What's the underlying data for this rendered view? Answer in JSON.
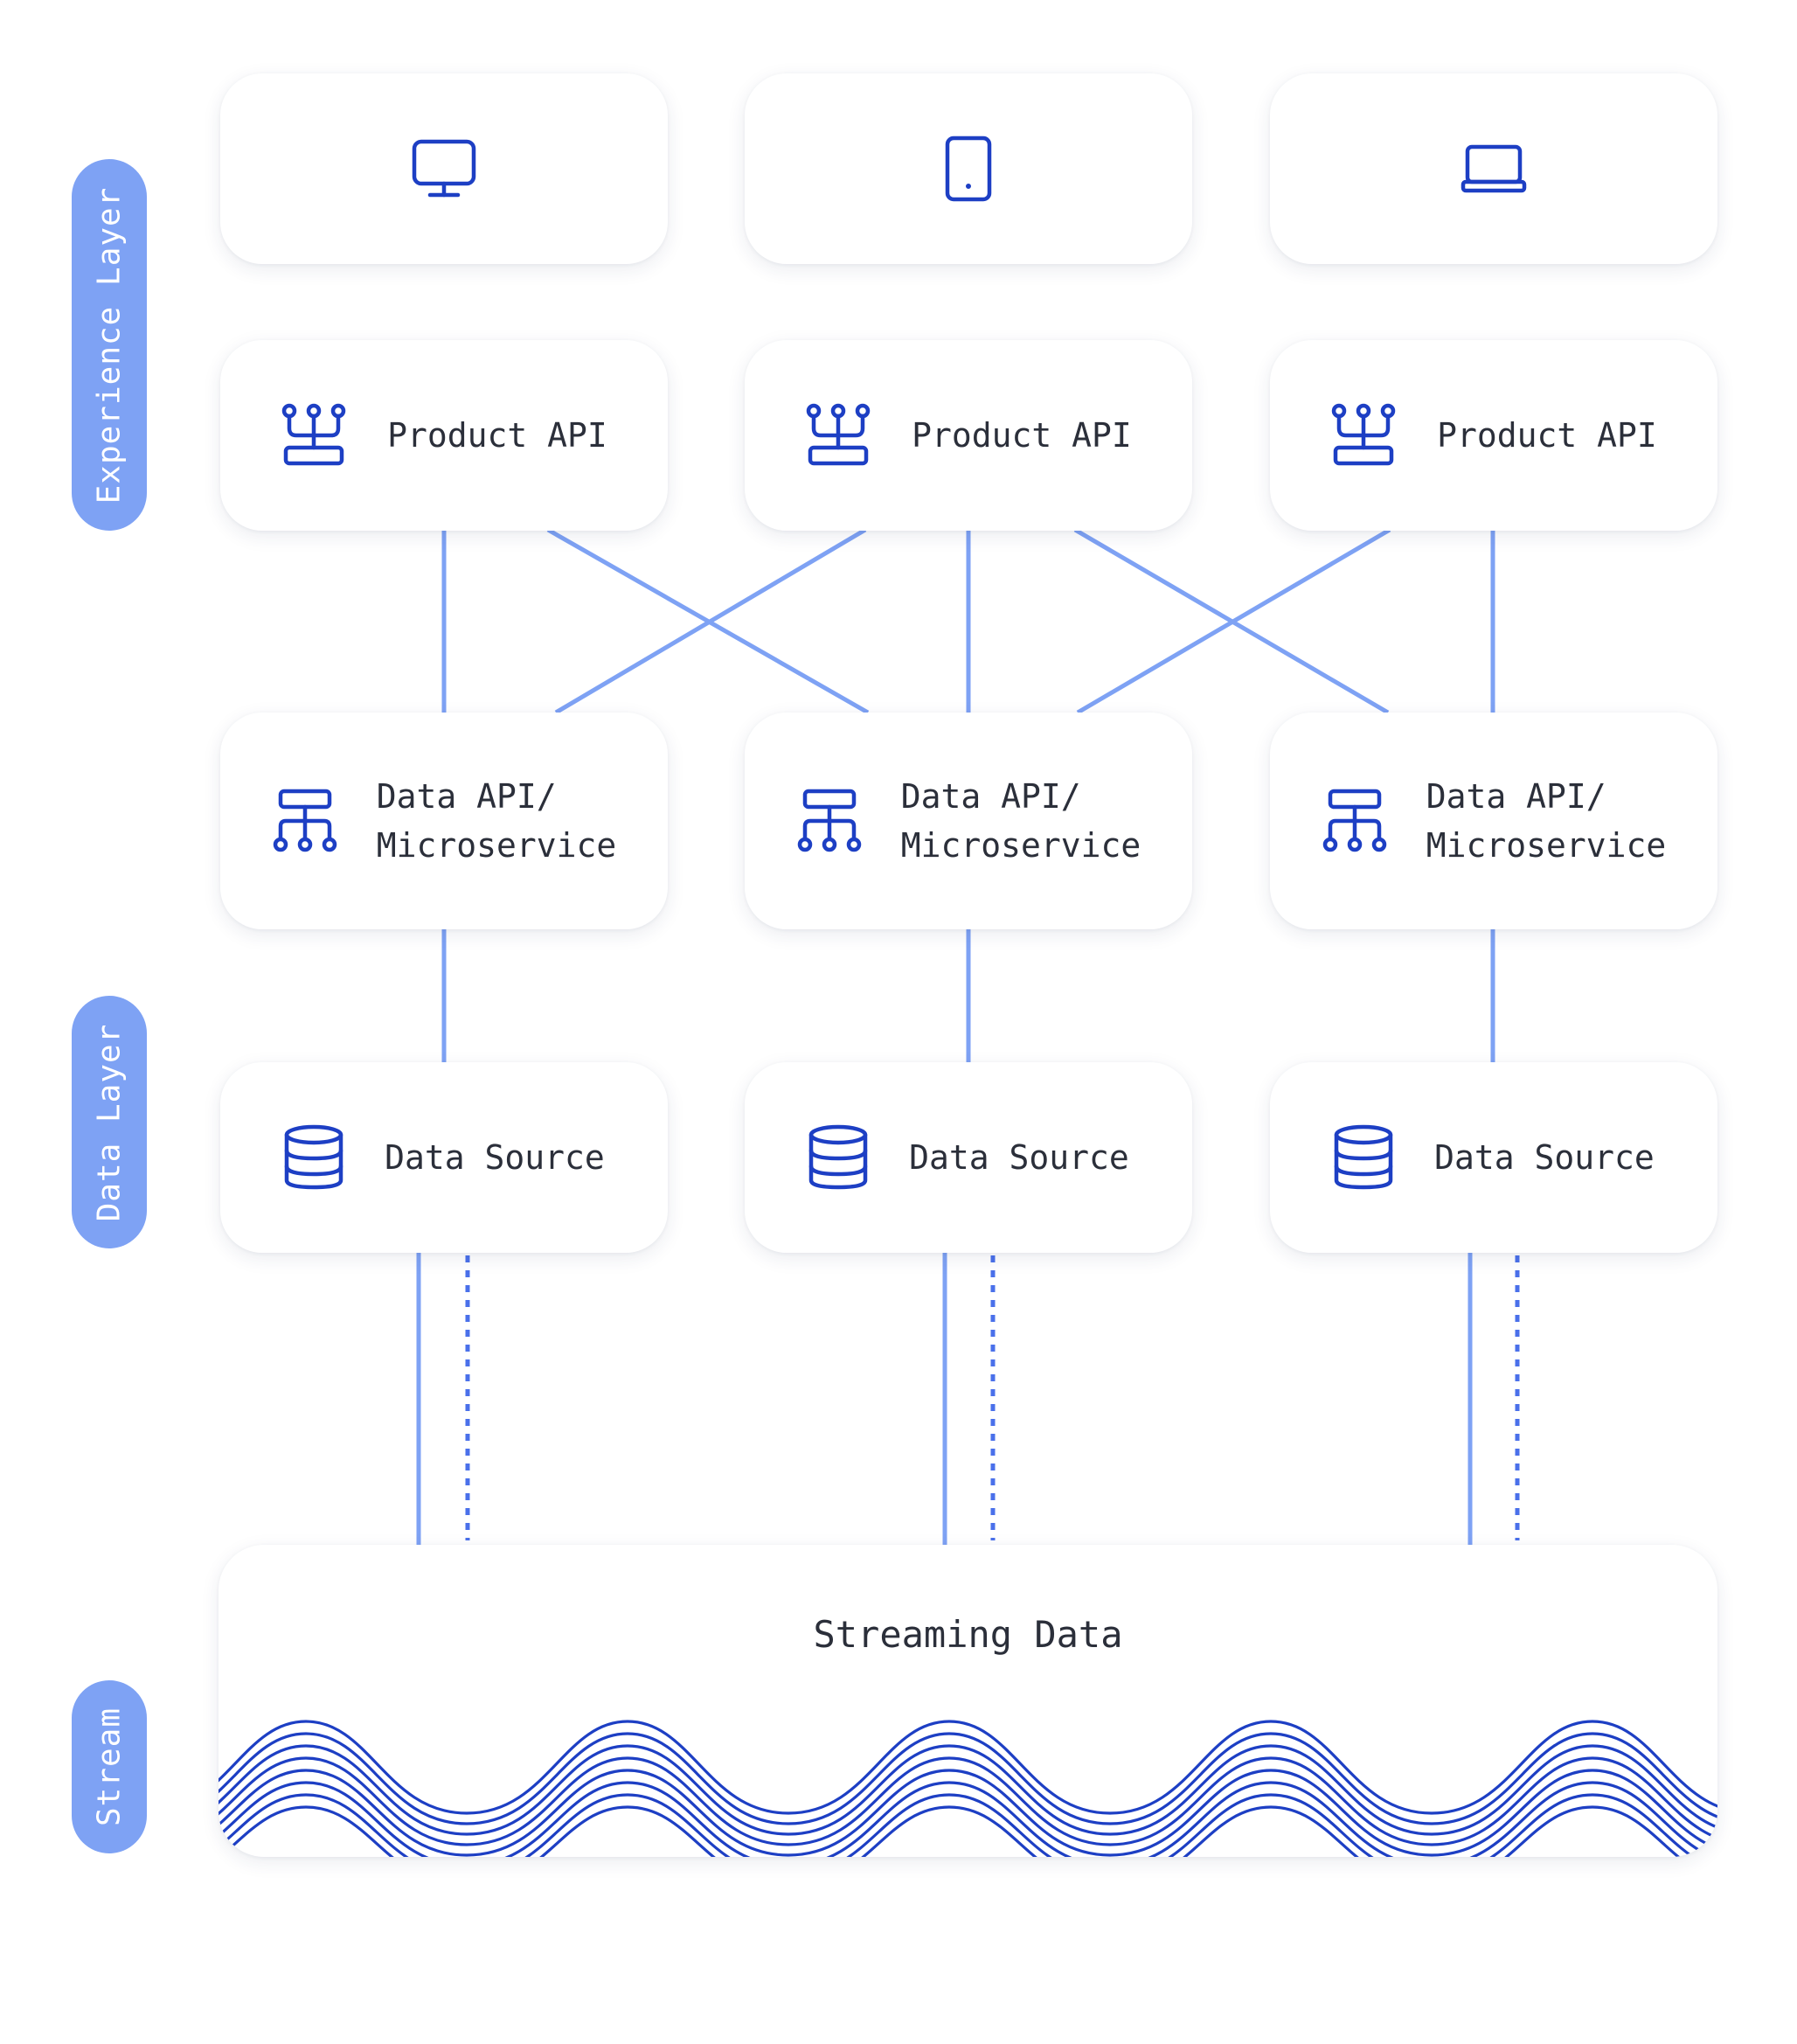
{
  "layers": {
    "experience": "Experience Layer",
    "data": "Data Layer",
    "stream": "Stream"
  },
  "devices": [
    {
      "icon": "monitor-icon"
    },
    {
      "icon": "tablet-icon"
    },
    {
      "icon": "laptop-icon"
    }
  ],
  "product_apis": [
    {
      "label": "Product API",
      "icon": "api-hub-icon"
    },
    {
      "label": "Product API",
      "icon": "api-hub-icon"
    },
    {
      "label": "Product API",
      "icon": "api-hub-icon"
    }
  ],
  "data_apis": [
    {
      "label": "Data API/\nMicroservice",
      "icon": "microservice-tree-icon"
    },
    {
      "label": "Data API/\nMicroservice",
      "icon": "microservice-tree-icon"
    },
    {
      "label": "Data API/\nMicroservice",
      "icon": "microservice-tree-icon"
    }
  ],
  "data_sources": [
    {
      "label": "Data Source",
      "icon": "database-icon"
    },
    {
      "label": "Data Source",
      "icon": "database-icon"
    },
    {
      "label": "Data Source",
      "icon": "database-icon"
    }
  ],
  "stream": {
    "title": "Streaming Data",
    "icon": "wave-pattern-icon"
  },
  "colors": {
    "accent": "#1d3fc4",
    "connector": "#7ea2f4",
    "pill": "#7ea2f4",
    "text": "#2b2f3a"
  }
}
